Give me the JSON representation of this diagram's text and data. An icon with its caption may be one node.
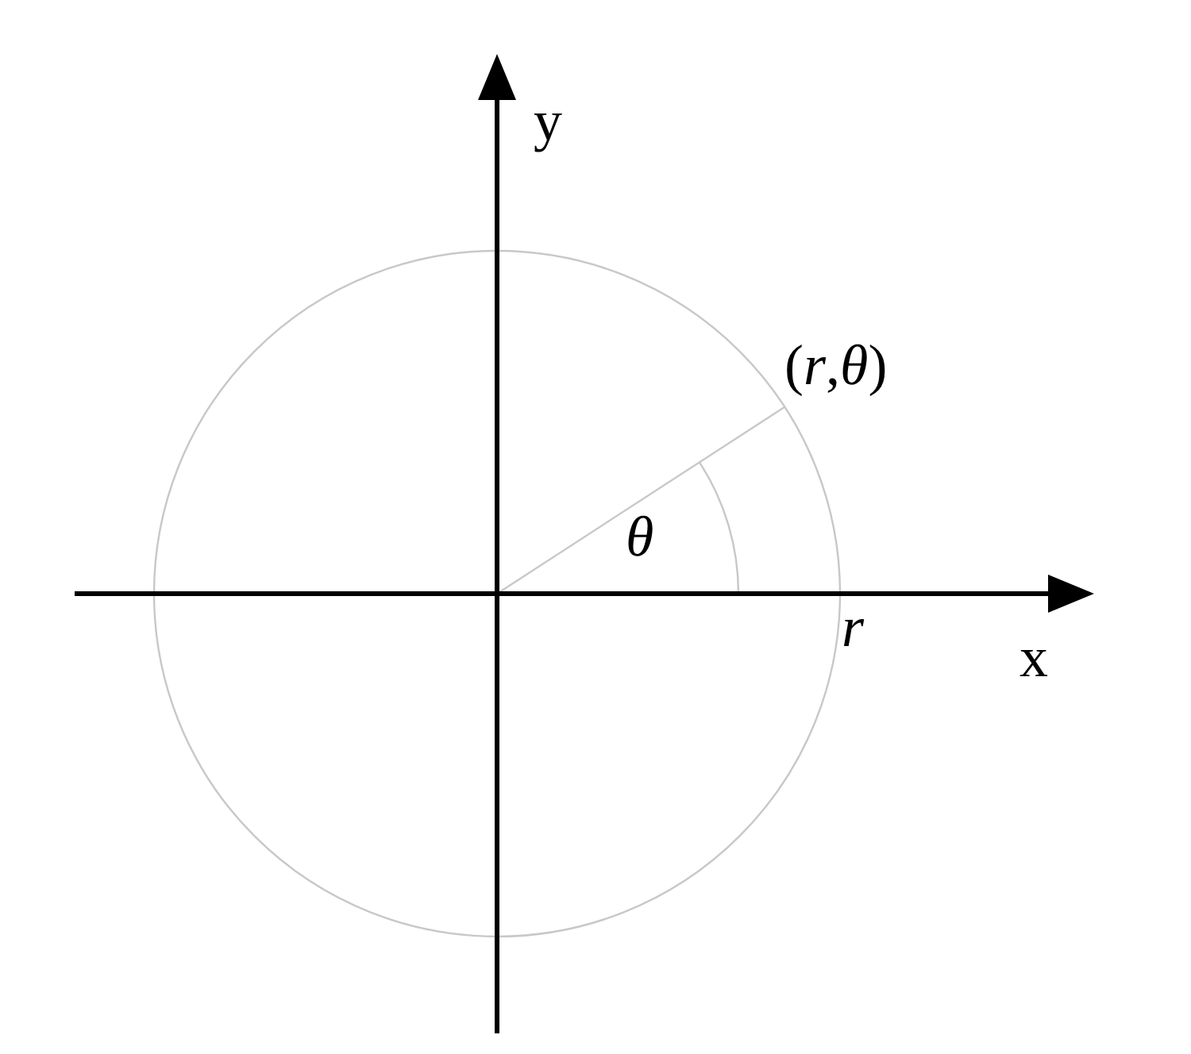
{
  "diagram": {
    "labels": [
      "y",
      "(*r*,*θ*)",
      "θ",
      "r",
      "x"
    ]
  }
}
